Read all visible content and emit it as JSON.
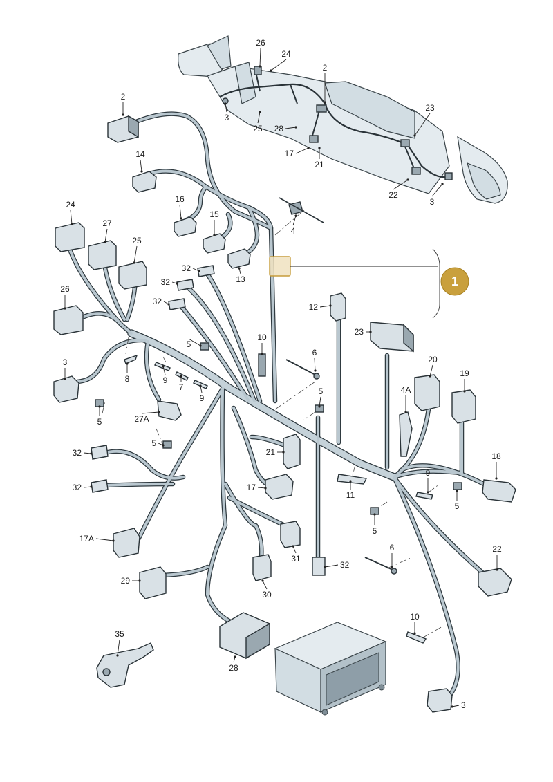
{
  "callouts": [
    {
      "text": "26"
    },
    {
      "text": "24"
    },
    {
      "text": "2"
    },
    {
      "text": "3"
    },
    {
      "text": "25"
    },
    {
      "text": "28"
    },
    {
      "text": "17"
    },
    {
      "text": "21"
    },
    {
      "text": "23"
    },
    {
      "text": "22"
    },
    {
      "text": "3"
    },
    {
      "text": "2"
    },
    {
      "text": "14"
    },
    {
      "text": "16"
    },
    {
      "text": "15"
    },
    {
      "text": "13"
    },
    {
      "text": "4"
    },
    {
      "text": "24"
    },
    {
      "text": "27"
    },
    {
      "text": "25"
    },
    {
      "text": "26"
    },
    {
      "text": "32"
    },
    {
      "text": "32"
    },
    {
      "text": "32"
    },
    {
      "text": "12"
    },
    {
      "text": "23"
    },
    {
      "text": "10"
    },
    {
      "text": "5"
    },
    {
      "text": "3"
    },
    {
      "text": "8"
    },
    {
      "text": "9"
    },
    {
      "text": "7"
    },
    {
      "text": "9"
    },
    {
      "text": "6"
    },
    {
      "text": "20"
    },
    {
      "text": "19"
    },
    {
      "text": "4A"
    },
    {
      "text": "5"
    },
    {
      "text": "5"
    },
    {
      "text": "27A"
    },
    {
      "text": "5"
    },
    {
      "text": "32"
    },
    {
      "text": "21"
    },
    {
      "text": "18"
    },
    {
      "text": "9"
    },
    {
      "text": "32"
    },
    {
      "text": "17"
    },
    {
      "text": "11"
    },
    {
      "text": "5"
    },
    {
      "text": "5"
    },
    {
      "text": "17A"
    },
    {
      "text": "31"
    },
    {
      "text": "6"
    },
    {
      "text": "32"
    },
    {
      "text": "22"
    },
    {
      "text": "29"
    },
    {
      "text": "30"
    },
    {
      "text": "35"
    },
    {
      "text": "28"
    },
    {
      "text": "10"
    },
    {
      "text": "3"
    }
  ],
  "highlight_badge": {
    "text": "1"
  },
  "colors": {
    "wire": "#b9c7cf",
    "outline": "#2f3a40",
    "badge": "#c9a03d",
    "highlight": "#f0e2bf"
  }
}
